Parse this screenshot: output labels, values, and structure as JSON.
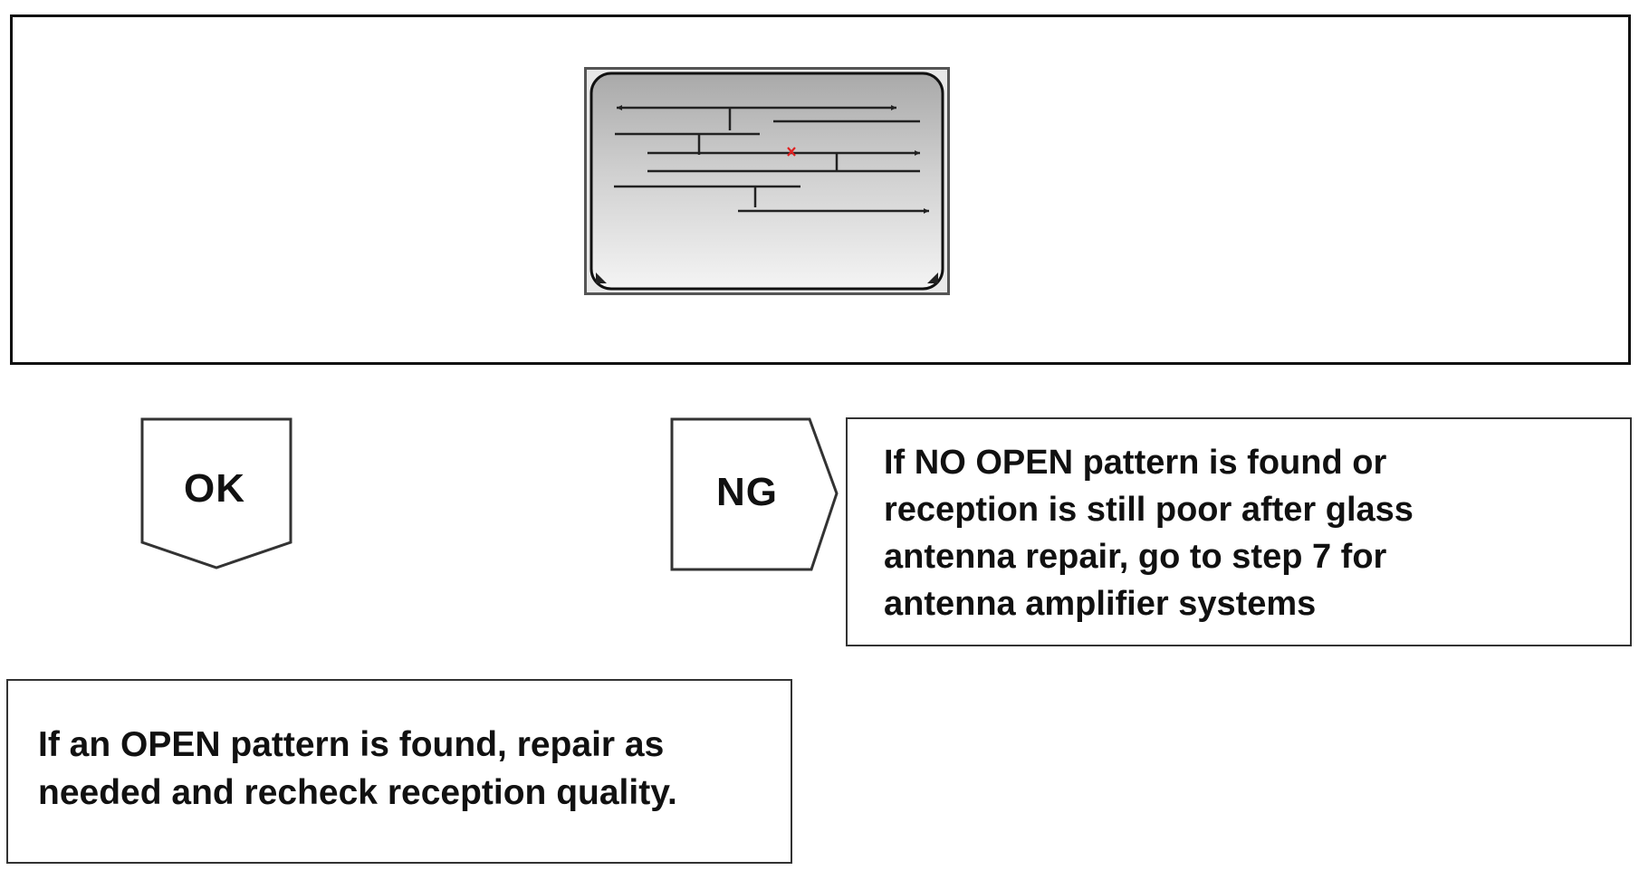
{
  "diagram": {
    "tags": {
      "ok": {
        "label": "OK"
      },
      "ng": {
        "label": "NG"
      }
    },
    "notes": {
      "ng": {
        "lines": [
          "If NO OPEN pattern is found or",
          "reception is still poor after glass",
          "antenna repair, go to step 7 for",
          "antenna amplifier systems"
        ]
      },
      "ok": {
        "lines": [
          "If an OPEN pattern is found, repair as",
          "needed and recheck reception quality."
        ]
      }
    },
    "figure": {
      "open_marker_icon": "x-mark-icon",
      "marker_color": "#e02020",
      "line_color": "#222222"
    }
  }
}
